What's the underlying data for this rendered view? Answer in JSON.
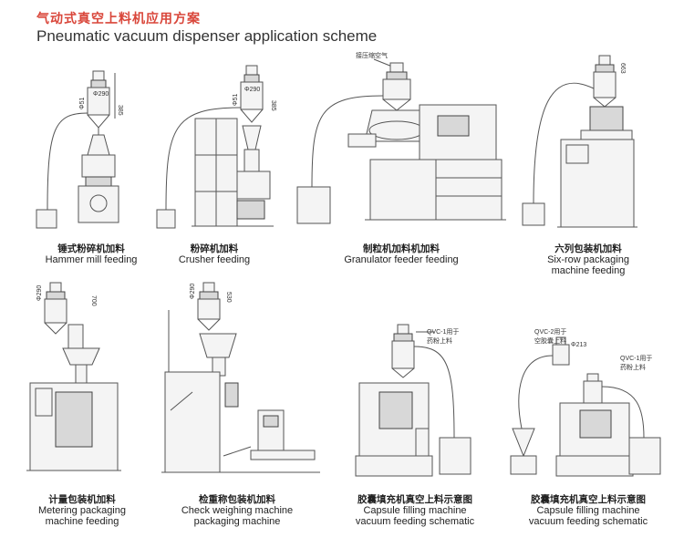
{
  "header": {
    "title_cn": "气动式真空上料机应用方案",
    "title_en": "Pneumatic vacuum dispenser application scheme"
  },
  "panels": [
    {
      "cn": "锤式粉碎机加料",
      "en": [
        "Hammer mill feeding"
      ],
      "dims": [
        "Φ290",
        "Φ51",
        "385"
      ]
    },
    {
      "cn": "粉碎机加料",
      "en": [
        "Crusher feeding"
      ],
      "dims": [
        "Φ290",
        "Φ51",
        "385"
      ]
    },
    {
      "cn": "制粒机加料机加料",
      "en": [
        "Granulator feeder feeding"
      ],
      "dims": [
        "接压缩空气"
      ]
    },
    {
      "cn": "六列包装机加料",
      "en": [
        "Six-row packaging",
        "machine feeding"
      ],
      "dims": [
        "663"
      ]
    },
    {
      "cn": "计量包装机加料",
      "en": [
        "Metering packaging",
        "machine feeding"
      ],
      "dims": [
        "Φ290",
        "700"
      ]
    },
    {
      "cn": "检重称包装机加料",
      "en": [
        "Check weighing machine",
        "packaging machine"
      ],
      "dims": [
        "Φ290",
        "530"
      ]
    },
    {
      "cn": "胶囊填充机真空上料示意图",
      "en": [
        "Capsule filling machine",
        "vacuum feeding schematic"
      ],
      "notes": [
        "QVC-1用于",
        "药粉上料"
      ]
    },
    {
      "cn": "胶囊填充机真空上料示意图",
      "en": [
        "Capsule filling machine",
        "vacuum feeding schematic"
      ],
      "notes": [
        "QVC-2用于",
        "空胶囊上料",
        "QVC-1用于",
        "药粉上料"
      ],
      "dims": [
        "Φ213"
      ]
    }
  ]
}
